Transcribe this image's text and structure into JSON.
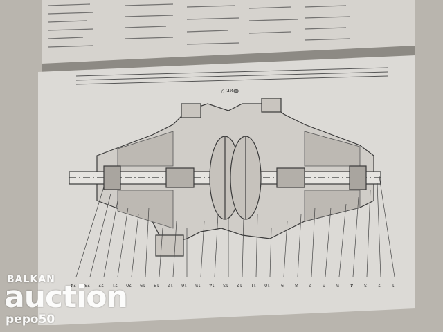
{
  "photo": {
    "subject": "open-book-page-with-pump-cross-section-drawing",
    "colors": {
      "paper": "#dcdad6",
      "shadow": "#8d8a84",
      "ink": "#3a3a3a",
      "background": "#c9c6c0"
    }
  },
  "figure": {
    "caption": "Фиг. 2",
    "part_numbers": [
      "1",
      "2",
      "3",
      "4",
      "5",
      "6",
      "7",
      "8",
      "9",
      "10",
      "11",
      "12",
      "13",
      "14",
      "15",
      "16",
      "17",
      "18",
      "19",
      "20",
      "21",
      "22",
      "23",
      "24"
    ]
  },
  "watermark": {
    "site_small": "BALKAN",
    "site_main": "auction",
    "user": "pepo50"
  }
}
